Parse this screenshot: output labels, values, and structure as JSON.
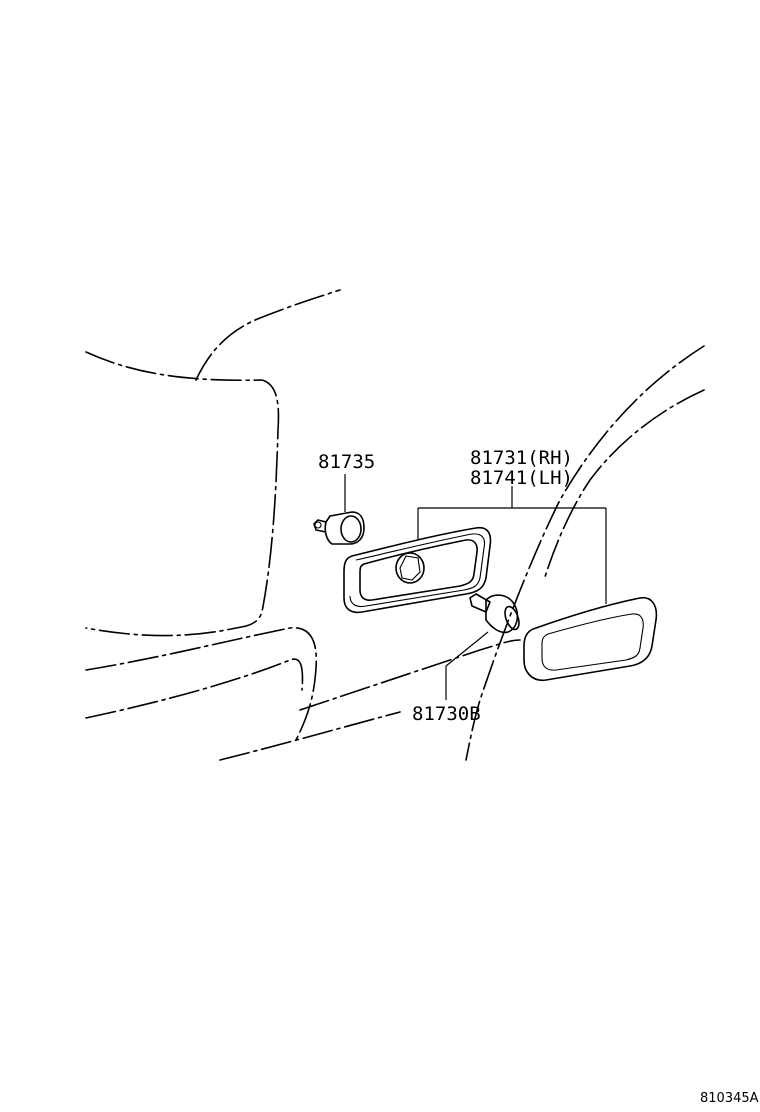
{
  "labels": {
    "bulb_socket": "81735",
    "lamp_rh": "81731(RH)",
    "lamp_lh": "81741(LH)",
    "bulb": "81730B"
  },
  "diagram_ref": "810345A"
}
